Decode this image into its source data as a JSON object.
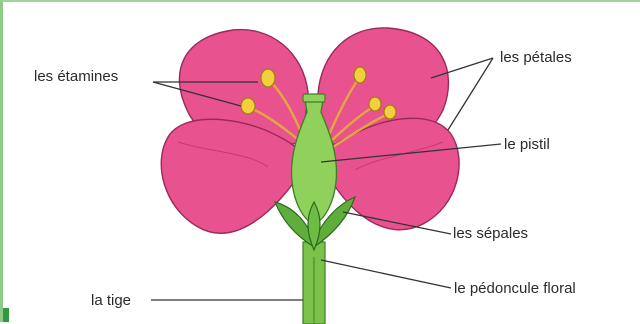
{
  "diagram": {
    "labels": {
      "stamens": "les étamines",
      "petals": "les pétales",
      "pistil": "le pistil",
      "sepals": "les sépales",
      "stem": "la tige",
      "peduncle": "le pédoncule floral"
    },
    "colors": {
      "petal": "#e8528f",
      "petal_dark": "#c73a74",
      "pistil": "#8fd15a",
      "sepal": "#5fae3c",
      "stem": "#7cc24a",
      "stamen_filament": "#e3a83a",
      "anther": "#f2cf3c",
      "frame_border": "#9fd49a",
      "pointer": "#333333"
    }
  }
}
